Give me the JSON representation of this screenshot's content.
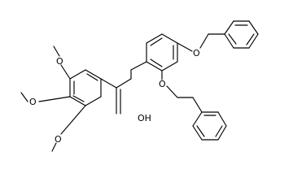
{
  "structure": {
    "atom_labels": {
      "methoxy_1": "O",
      "methoxy_2": "O",
      "methoxy_3": "O",
      "carboxyl_hydroxyl": "OH",
      "benzyloxy_ether_upper": "O",
      "benzyloxy_ether_lower": "O"
    }
  }
}
